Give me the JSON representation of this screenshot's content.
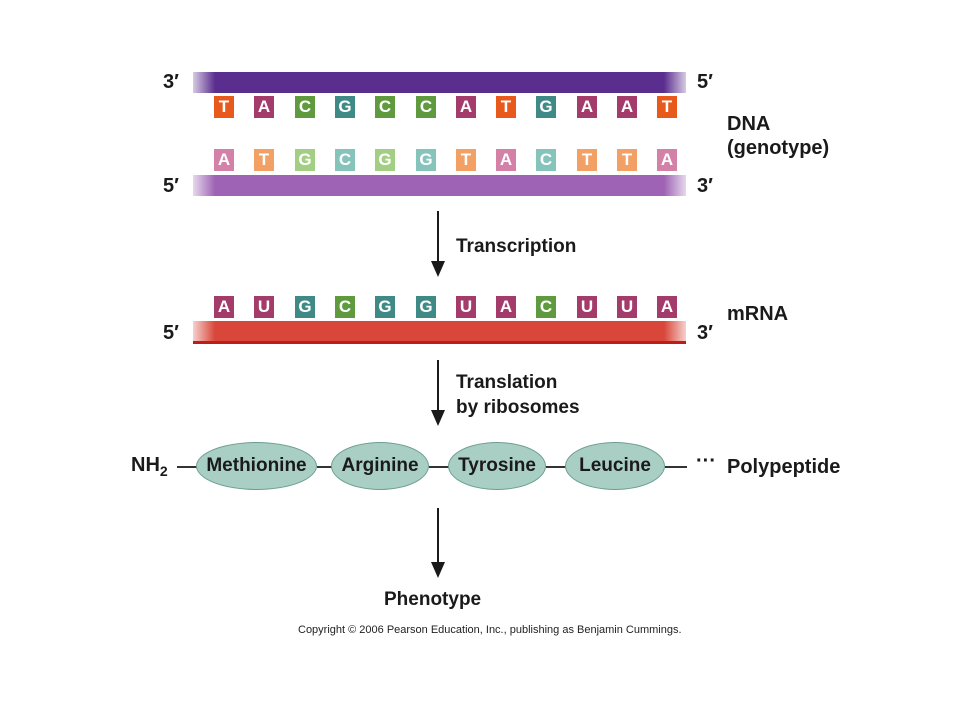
{
  "dna": {
    "template": {
      "left_end": "3′",
      "right_end": "5′",
      "bases": [
        {
          "letter": "T",
          "color": "#e85a1c"
        },
        {
          "letter": "A",
          "color": "#a33b6b"
        },
        {
          "letter": "C",
          "color": "#5f9a3e"
        },
        {
          "letter": "G",
          "color": "#3f8a86"
        },
        {
          "letter": "C",
          "color": "#5f9a3e"
        },
        {
          "letter": "C",
          "color": "#5f9a3e"
        },
        {
          "letter": "A",
          "color": "#a33b6b"
        },
        {
          "letter": "T",
          "color": "#e85a1c"
        },
        {
          "letter": "G",
          "color": "#3f8a86"
        },
        {
          "letter": "A",
          "color": "#a33b6b"
        },
        {
          "letter": "A",
          "color": "#a33b6b"
        },
        {
          "letter": "T",
          "color": "#e85a1c"
        }
      ]
    },
    "coding": {
      "left_end": "5′",
      "right_end": "3′",
      "bases": [
        {
          "letter": "A",
          "color": "#d481a8"
        },
        {
          "letter": "T",
          "color": "#f2a064"
        },
        {
          "letter": "G",
          "color": "#a3cf84"
        },
        {
          "letter": "C",
          "color": "#86c3bb"
        },
        {
          "letter": "G",
          "color": "#a3cf84"
        },
        {
          "letter": "G",
          "color": "#86c3bb"
        },
        {
          "letter": "T",
          "color": "#f2a064"
        },
        {
          "letter": "A",
          "color": "#d481a8"
        },
        {
          "letter": "C",
          "color": "#86c3bb"
        },
        {
          "letter": "T",
          "color": "#f2a064"
        },
        {
          "letter": "T",
          "color": "#f2a064"
        },
        {
          "letter": "A",
          "color": "#d481a8"
        }
      ]
    },
    "label_line1": "DNA",
    "label_line2": "(genotype)"
  },
  "transcription_label": "Transcription",
  "mrna": {
    "left_end": "5′",
    "right_end": "3′",
    "label": "mRNA",
    "bases": [
      {
        "letter": "A",
        "color": "#a33b6b"
      },
      {
        "letter": "U",
        "color": "#a33b6b"
      },
      {
        "letter": "G",
        "color": "#3f8a86"
      },
      {
        "letter": "C",
        "color": "#5f9a3e"
      },
      {
        "letter": "G",
        "color": "#3f8a86"
      },
      {
        "letter": "G",
        "color": "#3f8a86"
      },
      {
        "letter": "U",
        "color": "#a33b6b"
      },
      {
        "letter": "A",
        "color": "#a33b6b"
      },
      {
        "letter": "C",
        "color": "#5f9a3e"
      },
      {
        "letter": "U",
        "color": "#a33b6b"
      },
      {
        "letter": "U",
        "color": "#a33b6b"
      },
      {
        "letter": "A",
        "color": "#a33b6b"
      }
    ]
  },
  "translation_label_line1": "Translation",
  "translation_label_line2": "by ribosomes",
  "polypeptide": {
    "start_main": "NH",
    "start_sub": "2",
    "amino_acids": [
      "Methionine",
      "Arginine",
      "Tyrosine",
      "Leucine"
    ],
    "ellipsis": "···",
    "label": "Polypeptide"
  },
  "phenotype_label": "Phenotype",
  "copyright": "Copyright © 2006 Pearson Education, Inc., publishing as Benjamin Cummings.",
  "colors": {
    "template_strand": "#5a2e8e",
    "coding_strand": "#9e63b4",
    "mrna_strand": "#d9463a",
    "mrna_line": "#c01a1a",
    "amino_fill": "#a9cfc4"
  }
}
